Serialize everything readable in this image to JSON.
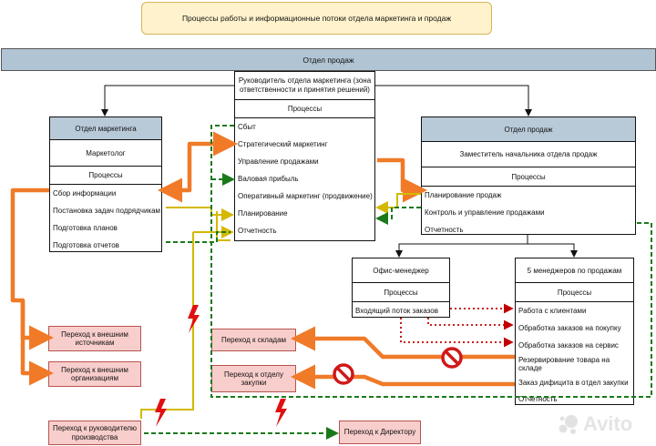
{
  "title": "Процессы работы и информационные потоки отдела маркетинга и продаж",
  "banner": "Отдел продаж",
  "head": {
    "title": "Руководитель отдела маркетинга (зона ответственности и принятия решений)",
    "section": "Процессы",
    "items": [
      "Сбыт",
      "Стратегический маркетинг",
      "Управление продажами",
      "Валовая прибыль",
      "Оперативный маркетинг (продвижение)",
      "Планирование",
      "Отчетность"
    ]
  },
  "marketing": {
    "header": "Отдел маркетинга",
    "role": "Маркетолог",
    "section": "Процессы",
    "items": [
      "Сбор информации",
      "Постановка задач подрядчикам",
      "Подготовка планов",
      "Подготовка отчетов"
    ]
  },
  "sales": {
    "header": "Отдел продаж",
    "role": "Заместитель начальника отдела продаж",
    "section": "Процессы",
    "items": [
      "Планирование продаж",
      "Контроль и управление продажами",
      "Отчетность"
    ]
  },
  "office": {
    "header": "Офис-менеджер",
    "section": "Процессы",
    "items": [
      "Входящий поток заказов"
    ]
  },
  "managers": {
    "header": "5 менеджеров по продажам",
    "section": "Процессы",
    "items": [
      "Работа с клиентами",
      "Обработка заказов на покупку",
      "Обработка заказов на сервис",
      "Резервирование товара на складе",
      "Заказ дифицита в отдел закупки",
      "Отчетность"
    ]
  },
  "external": {
    "sources": "Переход к внешним источникам",
    "orgs": "Переход к внешним организациям",
    "warehouses": "Переход к складам",
    "purchasing": "Переход к отделу закупки",
    "production": "Переход к руководителю производства",
    "director": "Переход к Директору"
  },
  "watermark": "Avito",
  "colors": {
    "orange": "#f07a28",
    "yellow": "#d4b800",
    "green": "#1a7a1a",
    "red_dotted": "#c00000",
    "header_fill": "#b8c9d8",
    "pink_fill": "#f8cecc"
  }
}
